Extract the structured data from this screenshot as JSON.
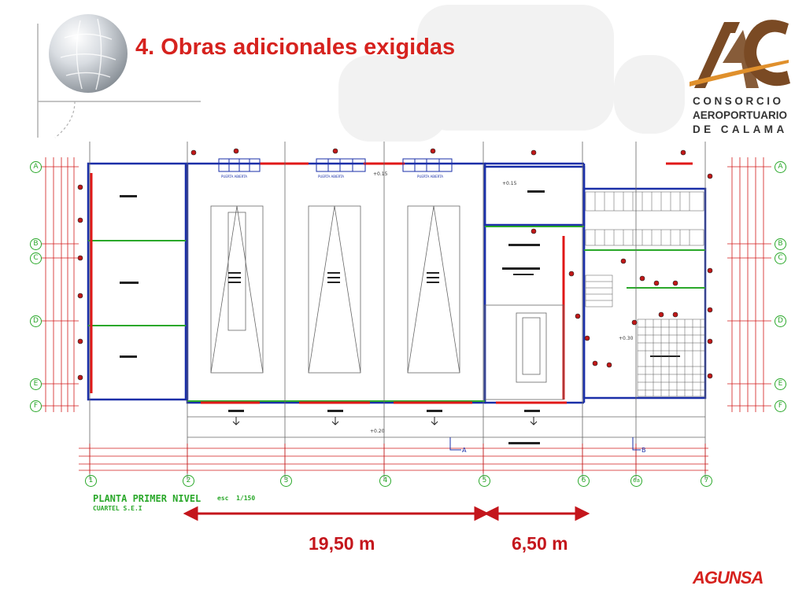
{
  "slide": {
    "title": "4. Obras adicionales exigidas"
  },
  "logo": {
    "mark": "AC",
    "line1": "CONSORCIO",
    "line2": "AEROPORTUARIO",
    "line3": "DE CALAMA",
    "brown": "#7a4a24",
    "orange": "#e0902c"
  },
  "plan": {
    "label": "PLANTA PRIMER NIVEL",
    "sublabel": "CUARTEL S.E.I",
    "scale_prefix": "esc",
    "scale": "1/150",
    "grid_columns": [
      "1",
      "2",
      "3",
      "4",
      "5",
      "6",
      "6a",
      "7"
    ],
    "grid_rows": [
      "A",
      "B",
      "C",
      "D",
      "E",
      "F"
    ],
    "section_markers": [
      "A",
      "B"
    ],
    "room_labels": [
      "PUERTA ABIERTA",
      "PUERTA ABIERTA",
      "PUERTA ABIERTA"
    ],
    "level_marks": [
      "+0.15",
      "+0.15",
      "+0.20",
      "+0.30"
    ]
  },
  "dimensions": {
    "left": "19,50 m",
    "right": "6,50 m",
    "arrow_color": "#c4161c"
  },
  "footer": {
    "brand": "AGUNSA"
  },
  "colors": {
    "title_red": "#d6221e",
    "wall_blue": "#1a2fa8",
    "dim_red": "#d21a1a",
    "green": "#2aa82a"
  }
}
